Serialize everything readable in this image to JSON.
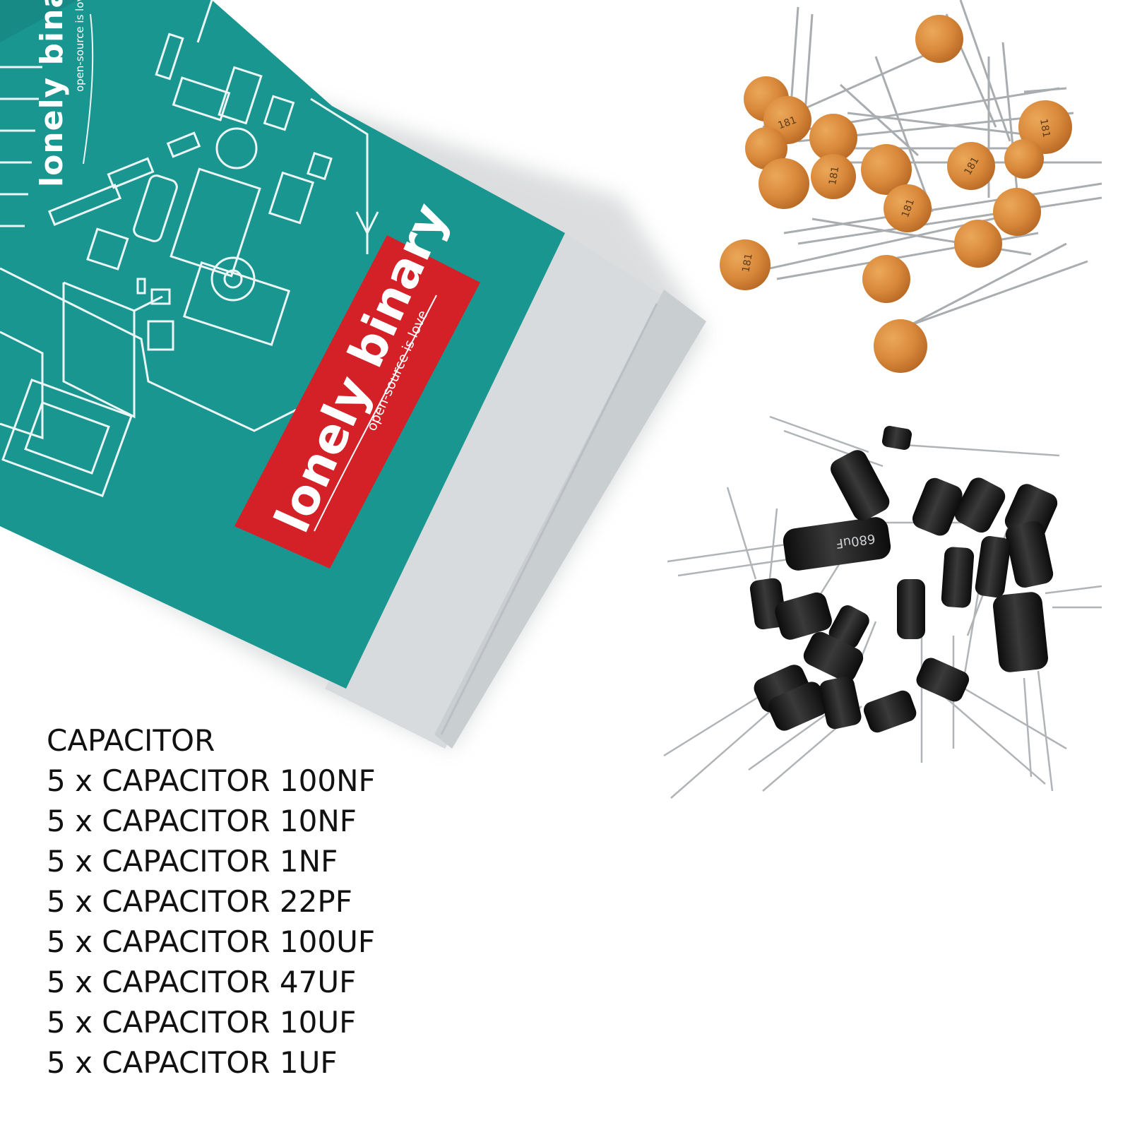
{
  "box": {
    "brand": "lonely binary",
    "tagline": "open-source is love",
    "label_brand": "lonely binary",
    "label_tagline": "open-source is love"
  },
  "contents": {
    "heading": "CAPACITOR",
    "items": [
      "5 x CAPACITOR 100NF",
      "5 x CAPACITOR 10NF",
      "5 x CAPACITOR 1NF",
      "5 x CAPACITOR 22PF",
      "5 x CAPACITOR 100UF",
      "5 x CAPACITOR 47UF",
      "5 x CAPACITOR 10UF",
      "5 x CAPACITOR 1UF"
    ]
  },
  "ceramic_marking": "181",
  "electrolytic_marking": "680uF",
  "colors": {
    "box_teal": "#1a9690",
    "label_red": "#d42027",
    "flap_gray": "#d7dbdd",
    "ceramic_orange": "#d9883a",
    "electrolytic_black": "#1b1b1b"
  }
}
